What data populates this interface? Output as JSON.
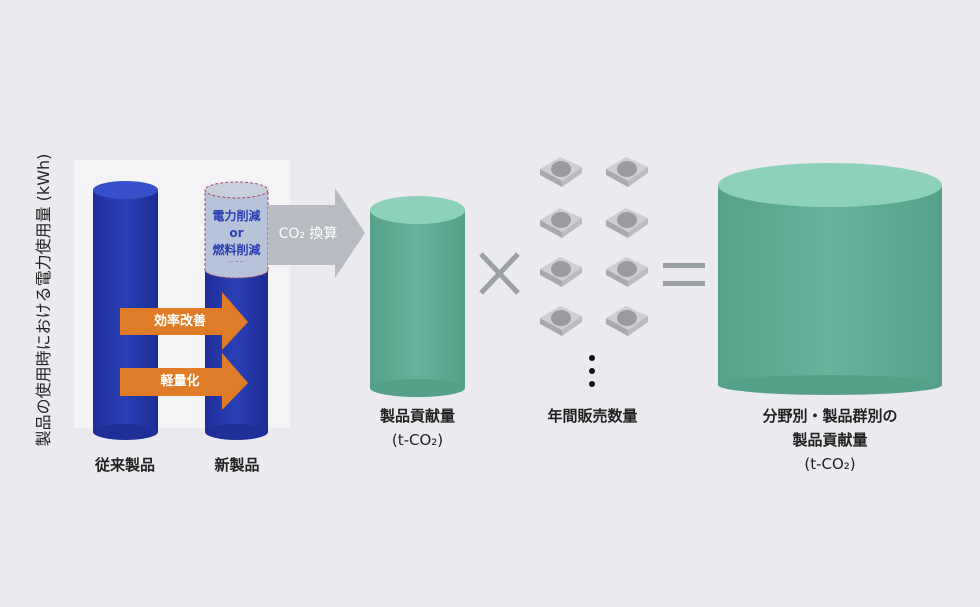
{
  "y_axis_label": "製品の使用時における電力使用量 (kWh)",
  "conventional_label": "従来製品",
  "new_label": "新製品",
  "reduction": {
    "line1": "電力削減",
    "line2": "or",
    "line3": "燃料削減"
  },
  "arrow_efficiency": "効率改善",
  "arrow_lightweight": "軽量化",
  "co2_conversion": "CO₂ 換算",
  "product_contribution": {
    "line1": "製品貢献量",
    "line2": "(t-CO₂)"
  },
  "annual_sales": "年間販売数量",
  "total": {
    "line1": "分野別・製品群別の",
    "line2": "製品貢献量",
    "line3": "(t-CO₂)"
  },
  "colors": {
    "blue": "#2a3fb0",
    "orange": "#e07c27",
    "green": "#62ad96",
    "gray": "#b8bcc2"
  }
}
